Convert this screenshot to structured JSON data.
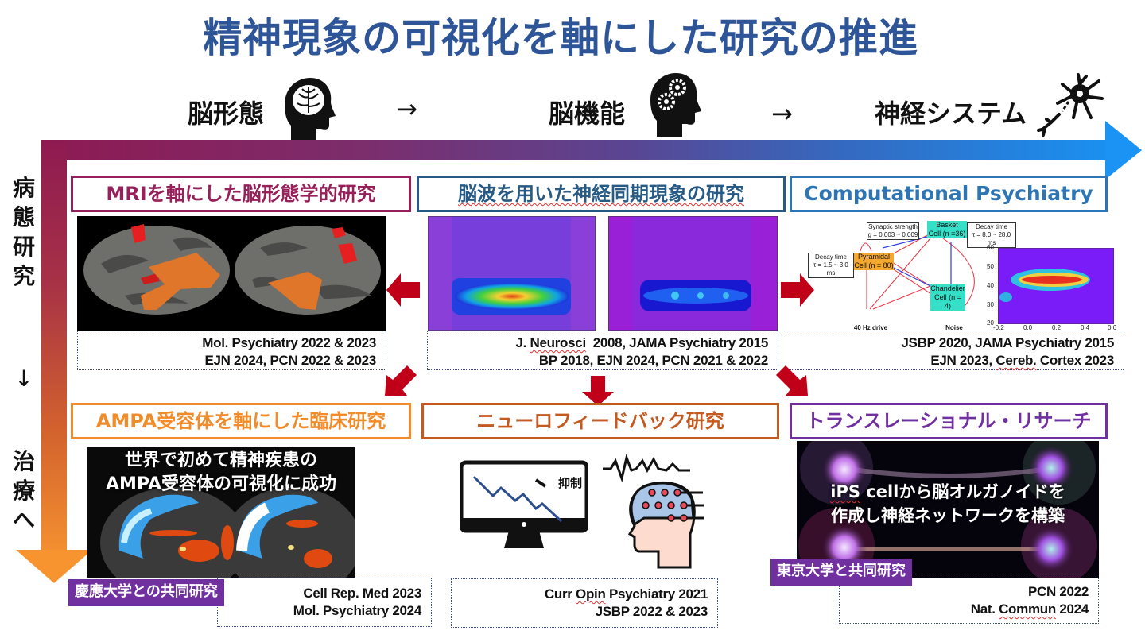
{
  "title": "精神現象の可視化を軸にした研究の推進",
  "stages": [
    {
      "label": "脳形態",
      "icon": "head-brain-icon"
    },
    {
      "label": "脳機能",
      "icon": "head-gears-icon"
    },
    {
      "label": "神経システム",
      "icon": "neuron-icon"
    }
  ],
  "stage_arrow": "→",
  "vertical_axis": {
    "top_label": [
      "病",
      "態",
      "研",
      "究"
    ],
    "arrow": "↓",
    "bottom_label": [
      "治",
      "療",
      "へ"
    ]
  },
  "colors": {
    "title": "#2e5597",
    "mri": "#97205a",
    "eeg": "#275a85",
    "computational": "#2e75b6",
    "ampa": "#f28c2b",
    "neurofeedback": "#c55a21",
    "translational": "#7030a0",
    "red_arrow": "#c00018"
  },
  "sections": {
    "mri": {
      "title": "MRIを軸にした脳形態学的研究",
      "refs": [
        "Mol. Psychiatry 2022 & 2023",
        "EJN 2024, PCN 2022 & 2023"
      ]
    },
    "eeg": {
      "title": "脳波を用いた神経同期現象の研究",
      "refs_line1_a": "J. ",
      "refs_line1_b": "Neurosci",
      "refs_line1_c": "  2008, JAMA Psychiatry 2015",
      "refs_line2": "BP 2018, EJN 2024, PCN 2021 & 2022"
    },
    "computational": {
      "title": "Computational Psychiatry",
      "refs_line1": "JSBP 2020, JAMA Psychiatry 2015",
      "refs_line2_a": "EJN 2023, ",
      "refs_line2_b": "Cereb.",
      "refs_line2_c": " Cortex 2023",
      "diagram": {
        "synaptic": [
          "Synaptic strength",
          "g = 0.003 ~ 0.009"
        ],
        "basket": [
          "Basket",
          "Cell (n =36)"
        ],
        "basket_decay": [
          "Decay time",
          "τ = 8.0 ~ 28.0 ms"
        ],
        "pyramidal": [
          "Pyramidal",
          "Cell (n = 80)"
        ],
        "pyr_decay": [
          "Decay time",
          "τ = 1.5 ~ 3.0 ms"
        ],
        "chandelier": [
          "Chandelier",
          "Cell (n = 4)"
        ],
        "inputs": [
          "40 Hz drive",
          "Noise"
        ]
      },
      "heatmap": {
        "y_ticks": [
          "60",
          "50",
          "40",
          "30",
          "20"
        ],
        "x_ticks": [
          "-0.2",
          "0.0",
          "0.2",
          "0.4",
          "0.6"
        ]
      }
    },
    "ampa": {
      "title": "AMPA受容体を軸にした臨床研究",
      "overlay": [
        "世界で初めて精神疾患の",
        "AMPA受容体の可視化に成功"
      ],
      "collab": "慶應大学との共同研究",
      "refs": [
        "Cell Rep. Med 2023",
        "Mol. Psychiatry 2024"
      ]
    },
    "neurofeedback": {
      "title": "ニューロフィードバック研究",
      "monitor_label": "抑制",
      "refs_line1_a": "Curr ",
      "refs_line1_b": "Opin",
      "refs_line1_c": " Psychiatry 2021",
      "refs_line2": "JSBP 2022 & 2023"
    },
    "translational": {
      "title": "トランスレーショナル・リサーチ",
      "overlay_line1_a": "iPS",
      "overlay_line1_b": " cellから脳オルガノイドを",
      "overlay_line2": "作成し神経ネットワークを構築",
      "collab": "東京大学と共同研究",
      "refs_line1": "PCN 2022",
      "refs_line2_a": "Nat. ",
      "refs_line2_b": "Commun",
      "refs_line2_c": " 2024"
    }
  }
}
